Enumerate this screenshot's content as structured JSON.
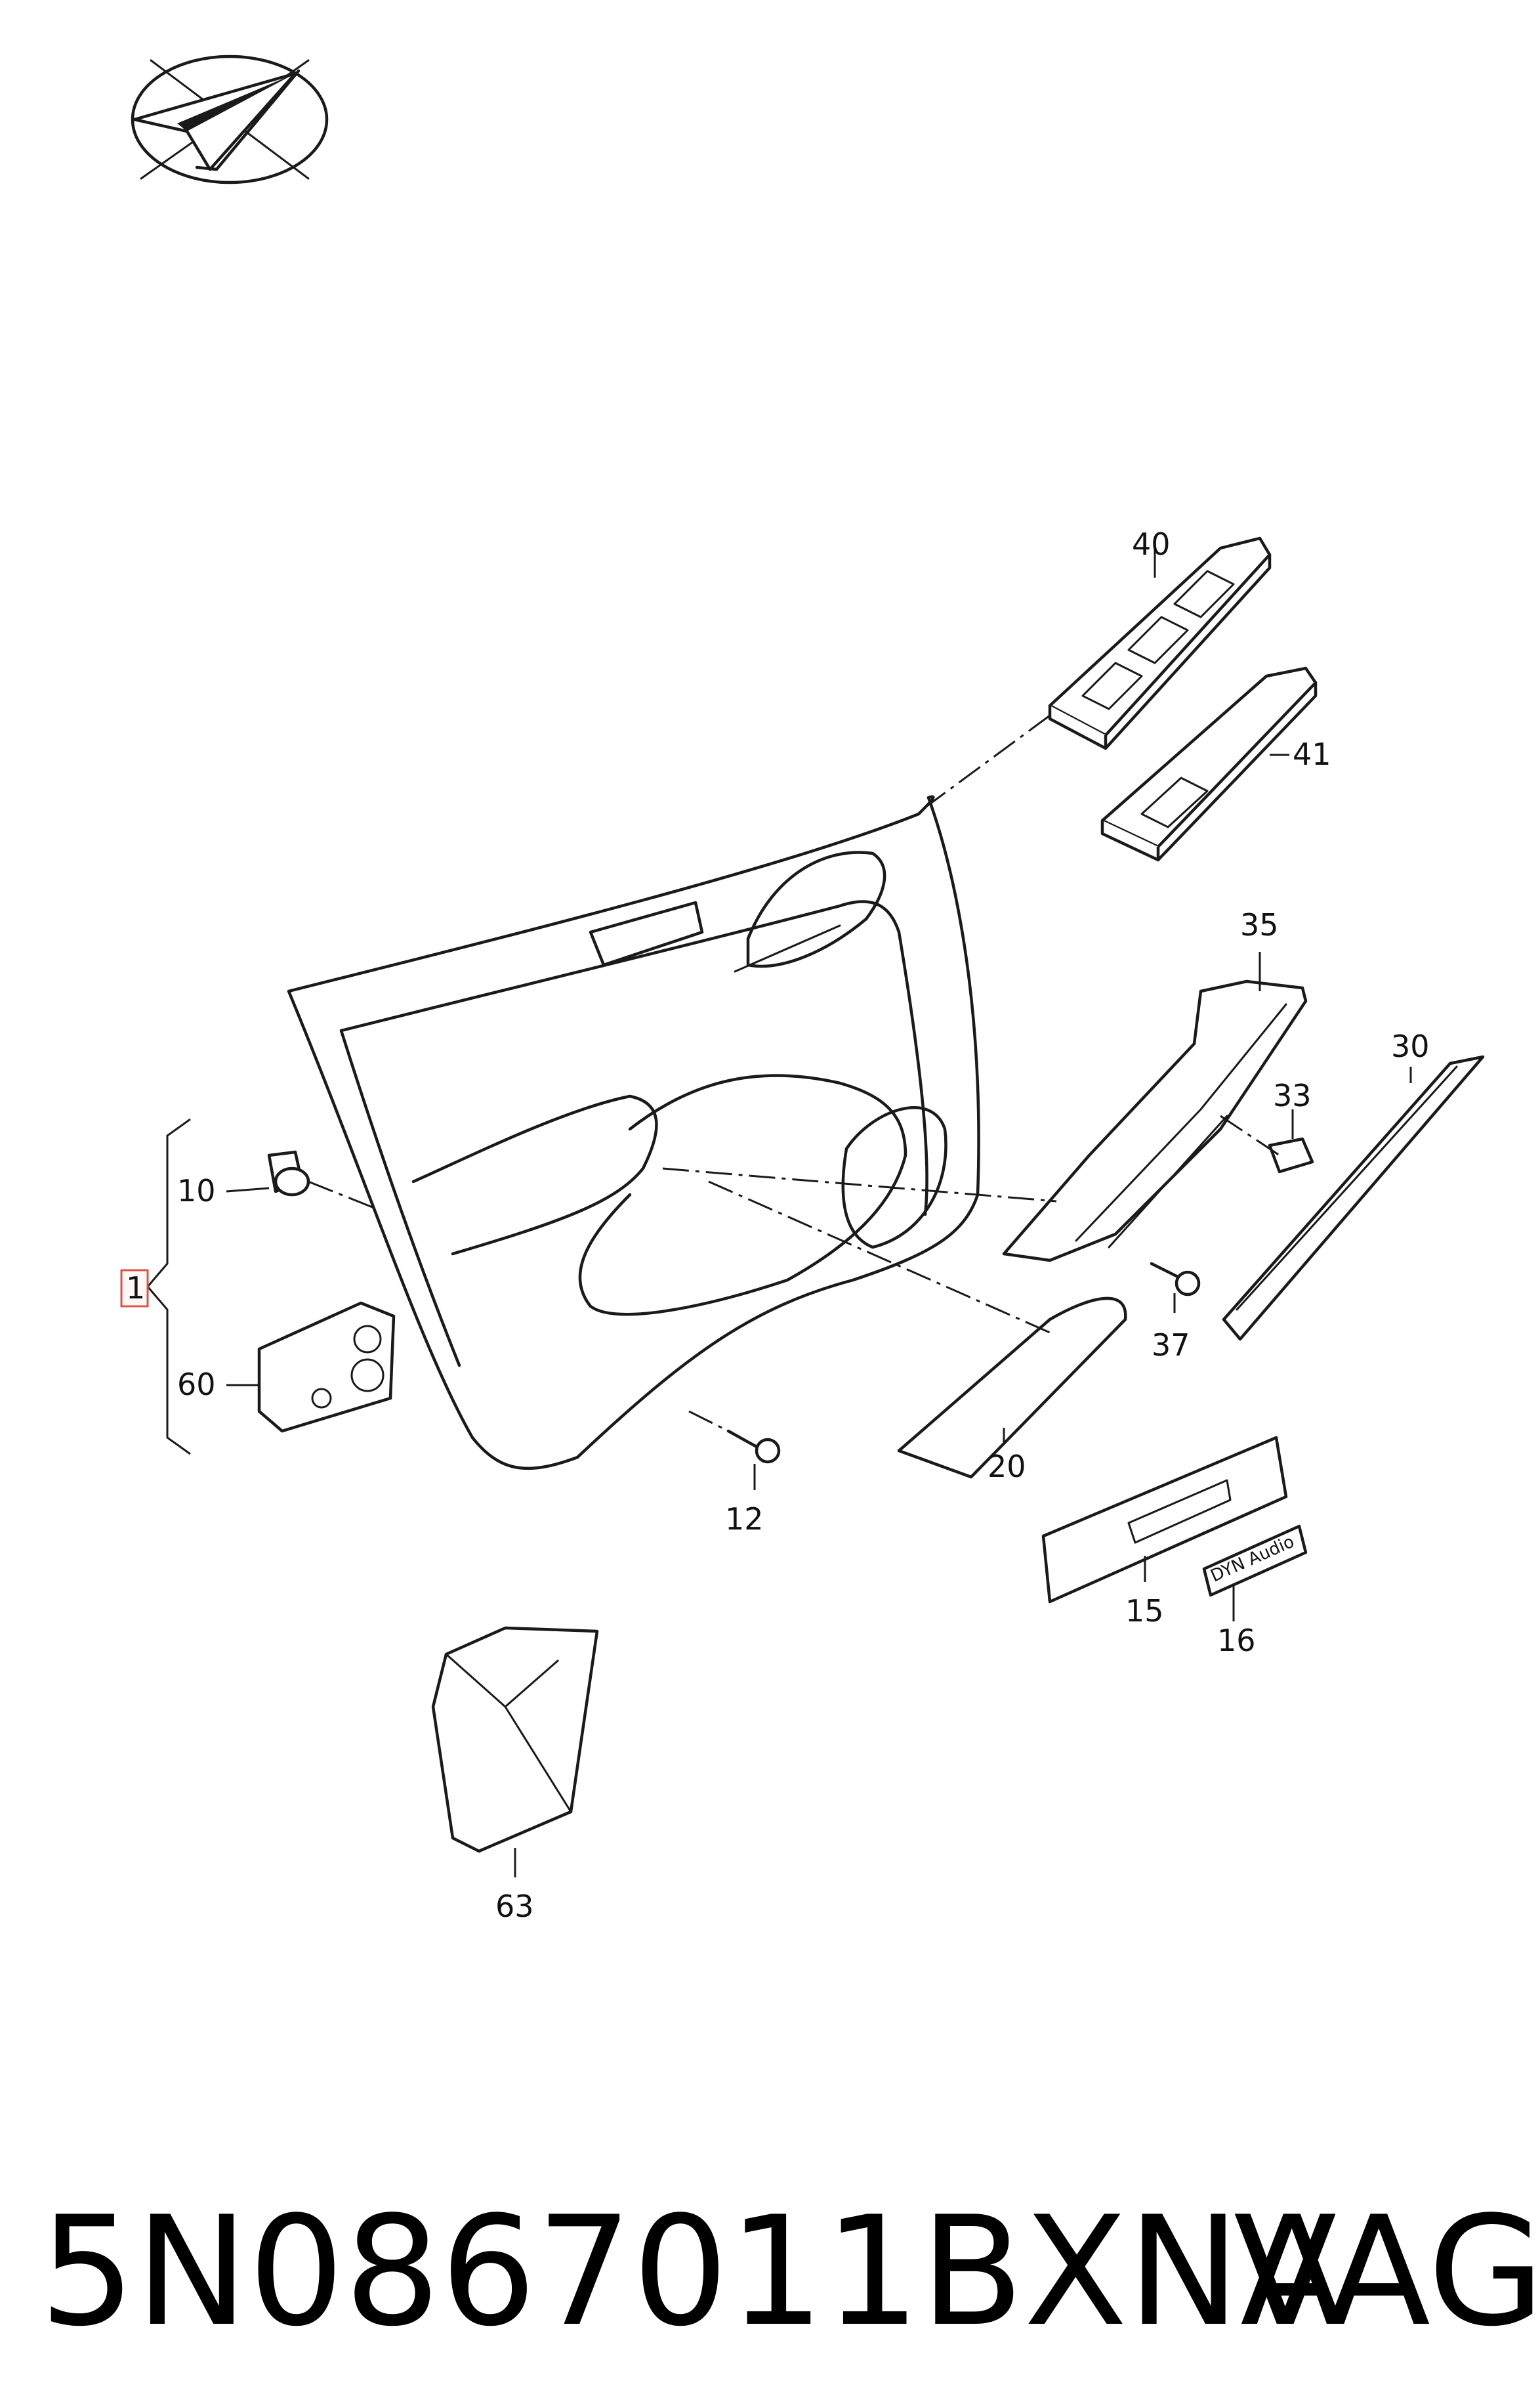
{
  "callouts": {
    "c1": "1",
    "c10": "10",
    "c12": "12",
    "c15": "15",
    "c16": "16",
    "c20": "20",
    "c30": "30",
    "c33": "33",
    "c35": "35",
    "c37": "37",
    "c40": "40",
    "c41": "41",
    "c60": "60",
    "c63": "63"
  },
  "badge_text": "DYN Audio",
  "part_number": "5N0867011BXNA",
  "brand": "VAG",
  "colors": {
    "ink": "#1a1a1a",
    "callout_box": "#d9534f"
  },
  "logo_icon": "paper-plane-check-logo"
}
